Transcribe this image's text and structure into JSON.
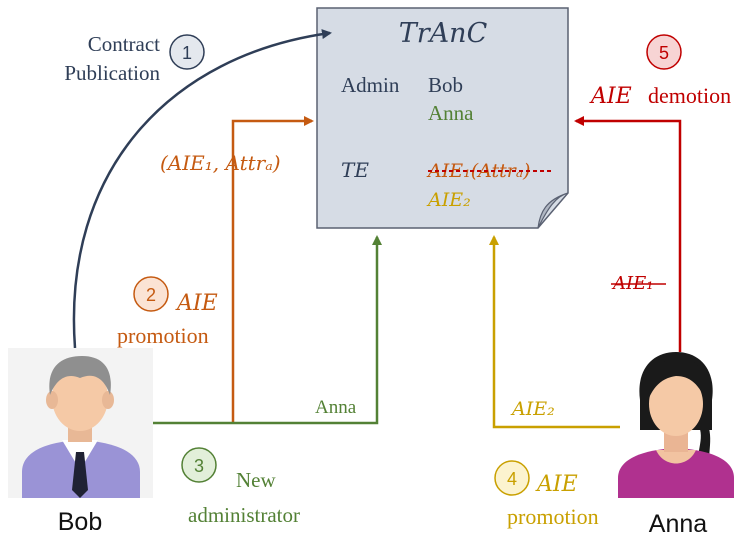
{
  "colors": {
    "dark_blue": "#2f3e57",
    "orange": "#c55a11",
    "green": "#538135",
    "gold": "#c9a000",
    "red": "#c00000",
    "doc_fill": "#d6dce5",
    "doc_stroke": "#5a6172"
  },
  "icons": {
    "bob": "male-avatar-icon",
    "anna": "female-avatar-icon",
    "document": "contract-document-icon"
  },
  "document": {
    "title": "TrAnC",
    "admin_label": "Admin",
    "admin_1": "Bob",
    "admin_2": "Anna",
    "te_label": "TE",
    "te_struck": "AIE₁(Attrₐ)",
    "te_current": "AIE₂"
  },
  "actors": {
    "bob": "Bob",
    "anna": "Anna"
  },
  "steps": [
    {
      "number": "1",
      "line1": "Contract",
      "line2": "Publication"
    },
    {
      "number": "2",
      "line1": "AIE",
      "line2": "promotion"
    },
    {
      "number": "3",
      "line1": "New",
      "line2": "administrator"
    },
    {
      "number": "4",
      "line1": "AIE",
      "line2": "promotion"
    },
    {
      "number": "5",
      "line1": "AIE",
      "line2": "demotion"
    }
  ],
  "edge_labels": {
    "tuple": "(AIE₁, Attrₐ)",
    "anna": "Anna",
    "aie2": "AIE₂",
    "aie1_struck": "AIE₁"
  }
}
